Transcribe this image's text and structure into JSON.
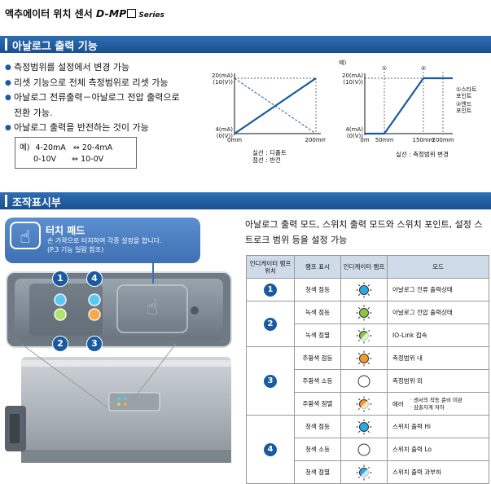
{
  "header": {
    "title_ko": "액추에이터 위치 센서",
    "model": "D-MP",
    "series": "Series"
  },
  "section1": {
    "title": "아날로그 출력 기능"
  },
  "bullets": [
    {
      "text": "측정범위를 설정에서 변경 가능"
    },
    {
      "text": "리셋 기능으로 전체 측정범위로 리셋 가능"
    },
    {
      "text": "아날로그 전류출력－아날로그 전압 출력으로"
    },
    {
      "text": "전환 가능.",
      "indent": true
    },
    {
      "text": "아날로그 출력을 반전하는 것이 가능"
    }
  ],
  "example_box": {
    "label": "예)",
    "row1": {
      "left": "4-20mA",
      "arrow": "⇔",
      "right": "20-4mA"
    },
    "row2": {
      "left": "0-10V",
      "arrow": "⇔",
      "right": "10-0V"
    }
  },
  "chart1": {
    "y_top_label": "20(mA)",
    "y_top_label2": "(10(V))",
    "y_bottom_label": "4(mA)",
    "y_bottom_label2": "(0(V))",
    "x_labels": [
      "0mm",
      "200mm"
    ],
    "legend_solid": "실선 : 디폴트",
    "legend_dashed": "점선 : 반전"
  },
  "chart2": {
    "example_label": "예)",
    "y_top_label": "20(mA)",
    "y_top_label2": "(10(V))",
    "y_bottom_label": "4(mA)",
    "y_bottom_label2": "(0(V))",
    "x_labels": [
      "0m",
      "50mm",
      "150mm",
      "200mm"
    ],
    "markers": [
      "①",
      "②"
    ],
    "start_point": "①스타트\n포인트",
    "end_point": "②엔드\n포인트",
    "legend": "실선 : 측정범위 변경"
  },
  "chart_data": [
    {
      "type": "line",
      "x": [
        0,
        200
      ],
      "series": [
        {
          "values": [
            4,
            20
          ]
        },
        {
          "values": [
            20,
            4
          ]
        }
      ],
      "xlim": [
        0,
        200
      ],
      "ylim": [
        4,
        20
      ]
    },
    {
      "type": "line",
      "x": [
        0,
        50,
        150,
        200
      ],
      "series": [
        {
          "values": [
            4,
            4,
            20,
            20
          ]
        }
      ],
      "xlim": [
        0,
        200
      ],
      "ylim": [
        4,
        20
      ]
    }
  ],
  "section2": {
    "title": "조작표시부"
  },
  "touch_pad": {
    "title": "터치 패드",
    "desc_line1": "손 가락으로 터치하여 각종 설정을 합니다.",
    "desc_line2": "(P.3 기능 일람 참조)"
  },
  "photo_badges": [
    "1",
    "4",
    "2",
    "3"
  ],
  "intro": "아날로그 출력 모드, 스위치 출력 모드와 스위치 포인트, 설정 스트로크 범위 등을 설정 가능",
  "table": {
    "headers": [
      "인디케이터 램프 위치",
      "램프 표시",
      "인디케이터 램프",
      "모드"
    ],
    "groups": [
      {
        "pos": "1",
        "rows": [
          {
            "lamp": "청색 점등",
            "color": "#29a8e6",
            "blink": false,
            "mode": "아날로그 전류 출력상태"
          }
        ]
      },
      {
        "pos": "2",
        "rows": [
          {
            "lamp": "녹색 점등",
            "color": "#8cc63f",
            "blink": false,
            "mode": "아날로그 전압 출력상태"
          },
          {
            "lamp": "녹색 점멸",
            "color": "#8cc63f",
            "blink": true,
            "mode": "IO-Link 접속"
          }
        ]
      },
      {
        "pos": "3",
        "rows": [
          {
            "lamp": "주황색 점등",
            "color": "#f39a2b",
            "blink": false,
            "mode": "측정범위 내"
          },
          {
            "lamp": "주황색 소등",
            "color": "#ffffff",
            "blink": false,
            "mode": "측정범위 외"
          },
          {
            "lamp": "주황색 점멸",
            "color": "#f39a2b",
            "blink": true,
            "mode": "에러",
            "notes": [
              "· 센서의 작동 준비 미완",
              "· 감출자계 저하"
            ]
          }
        ]
      },
      {
        "pos": "4",
        "rows": [
          {
            "lamp": "청색 점등",
            "color": "#29a8e6",
            "blink": false,
            "mode": "스위치 출력  Hi"
          },
          {
            "lamp": "청색 소등",
            "color": "#ffffff",
            "blink": false,
            "mode": "스위치 출력  Lo"
          },
          {
            "lamp": "청색 점멸",
            "color": "#29a8e6",
            "blink": true,
            "mode": "스위치 출력 과부하"
          }
        ]
      }
    ]
  }
}
